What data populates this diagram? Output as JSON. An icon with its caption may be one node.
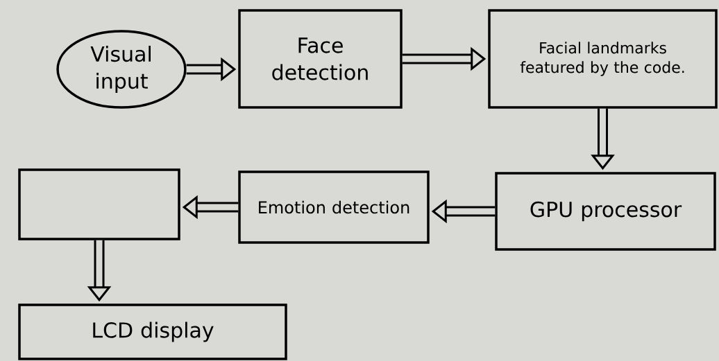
{
  "diagram": {
    "nodes": [
      {
        "text": [
          "Visual input"
        ]
      },
      {
        "text": [
          "Face detection"
        ]
      },
      {
        "text": [
          "Facial landmarks featured by the code."
        ]
      },
      {
        "text": [
          "GPU processor"
        ]
      },
      {
        "text": [
          "Emotion detection"
        ]
      },
      {
        "text": [],
        "shape": "box"
      },
      {
        "text": [
          "LCD display"
        ]
      }
    ],
    "edges": [
      {
        "from": 0,
        "to": 1,
        "arrow": "to"
      },
      {
        "from": 1,
        "to": 2,
        "arrow": "to"
      },
      {
        "from": 2,
        "to": 3,
        "arrow": "to"
      },
      {
        "from": 3,
        "to": 4,
        "arrow": "to"
      },
      {
        "from": 4,
        "to": 5,
        "arrow": "to"
      },
      {
        "from": 5,
        "to": 6,
        "arrow": "to"
      }
    ]
  }
}
